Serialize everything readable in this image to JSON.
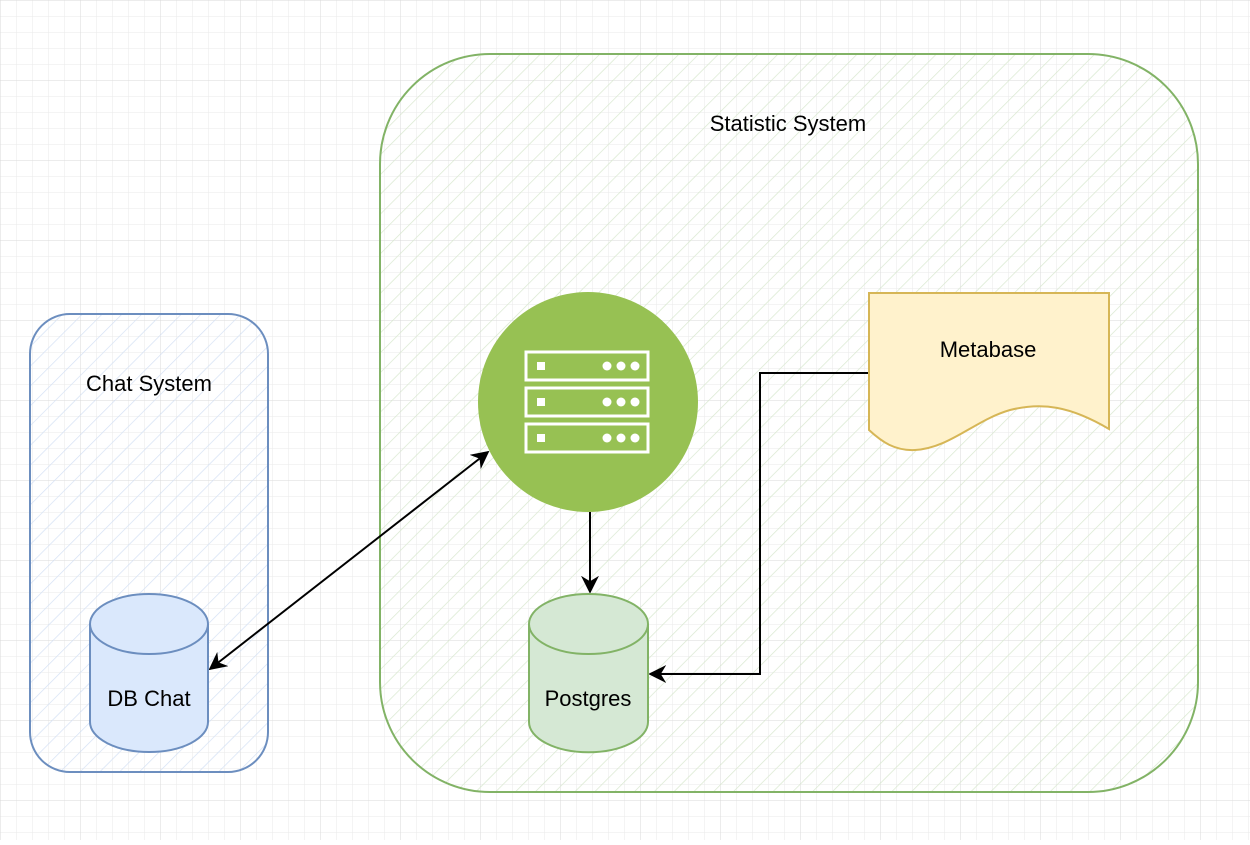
{
  "diagram": {
    "statistic_system": {
      "label": "Statistic System"
    },
    "chat_system": {
      "label": "Chat System"
    },
    "nodes": {
      "server": {
        "icon": "server-icon"
      },
      "metabase": {
        "label": "Metabase"
      },
      "postgres": {
        "label": "Postgres"
      },
      "db_chat": {
        "label": "DB Chat"
      }
    }
  },
  "colors": {
    "statistic_border": "#82b366",
    "chat_border": "#6c8ebf",
    "server_fill": "#97c153",
    "metabase_fill": "#fff2cc",
    "metabase_border": "#d6b656",
    "postgres_fill": "#d5e8d4",
    "postgres_border": "#82b366",
    "db_chat_fill": "#dae8fc",
    "db_chat_border": "#6c8ebf",
    "edge": "#000000"
  }
}
